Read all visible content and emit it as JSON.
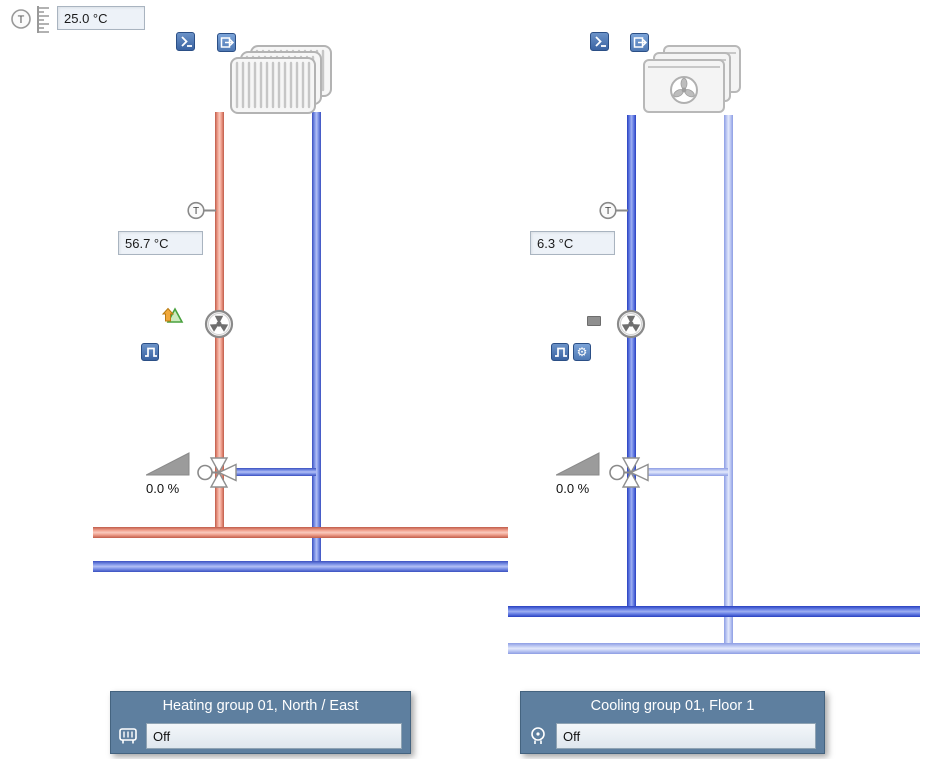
{
  "outdoor": {
    "sensor_label": "T",
    "value": "25.0 °C"
  },
  "heating": {
    "sensor_label": "T",
    "supply_temp": "56.7 °C",
    "valve_position": "0.0 %",
    "panel": {
      "title": "Heating group 01, North / East",
      "status": "Off"
    }
  },
  "cooling": {
    "sensor_label": "T",
    "supply_temp": "6.3 °C",
    "valve_position": "0.0 %",
    "panel": {
      "title": "Cooling group 01, Floor 1",
      "status": "Off"
    }
  },
  "colors": {
    "hot_pipe": "#f0a08e",
    "heating_return_pipe": "#7f94e8",
    "cooling_supply_pipe": "#6a82e6",
    "cooling_return_pipe": "#c0cbf4",
    "panel_header": "#5e7f9f",
    "mini_icon_blue": "#3a63a2",
    "field_bg": "#edf2f8",
    "status_ok_green": "#49a13e",
    "status_arrow_orange": "#f2a93b"
  }
}
